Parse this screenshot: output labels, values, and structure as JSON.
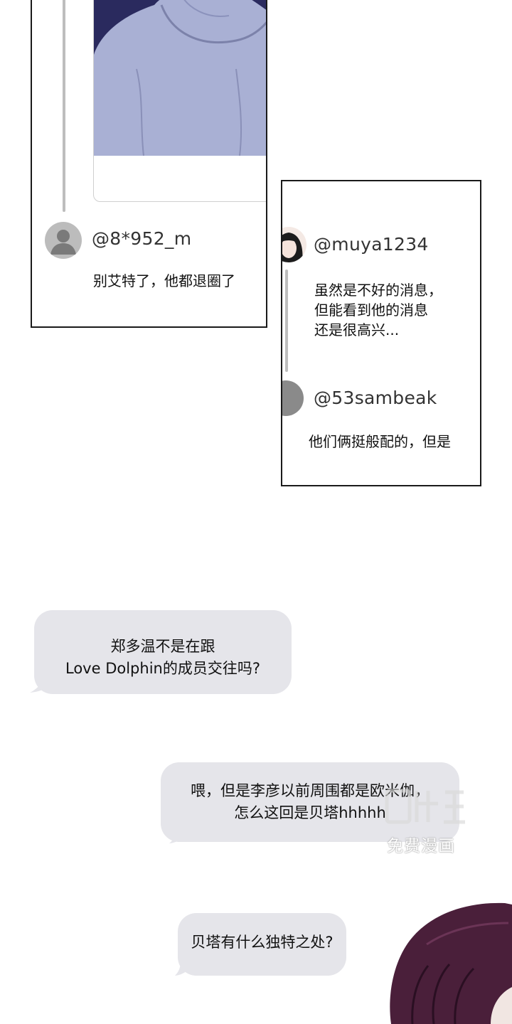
{
  "left_panel": {
    "comment": {
      "handle": "@8*952_m",
      "text": "别艾特了，他都退圈了"
    }
  },
  "right_panel": {
    "comments": [
      {
        "handle": "@muya1234",
        "lines": [
          "虽然是不好的消息，",
          "但能看到他的消息",
          "还是很高兴..."
        ]
      },
      {
        "handle": "@53sambeak",
        "lines": [
          "他们俩挺般配的，但是"
        ]
      }
    ]
  },
  "bubbles": [
    {
      "lines": [
        "郑多温不是在跟",
        "Love Dolphin的成员交往吗?"
      ]
    },
    {
      "lines": [
        "喂，但是李彦以前周围都是欧米伽，",
        "怎么这回是贝塔hhhhh"
      ]
    },
    {
      "lines": [
        "贝塔有什么独特之处?"
      ]
    }
  ],
  "watermark": {
    "text": "免费漫画"
  },
  "colors": {
    "bubble": "#e5e5ea",
    "hoodie": "#a9b0d4",
    "hair": "#4a1f3a",
    "panel_border": "#1a1a1a"
  },
  "icons": {
    "default_avatar": "person-silhouette-icon",
    "girl_avatar": "girl-portrait-icon"
  }
}
